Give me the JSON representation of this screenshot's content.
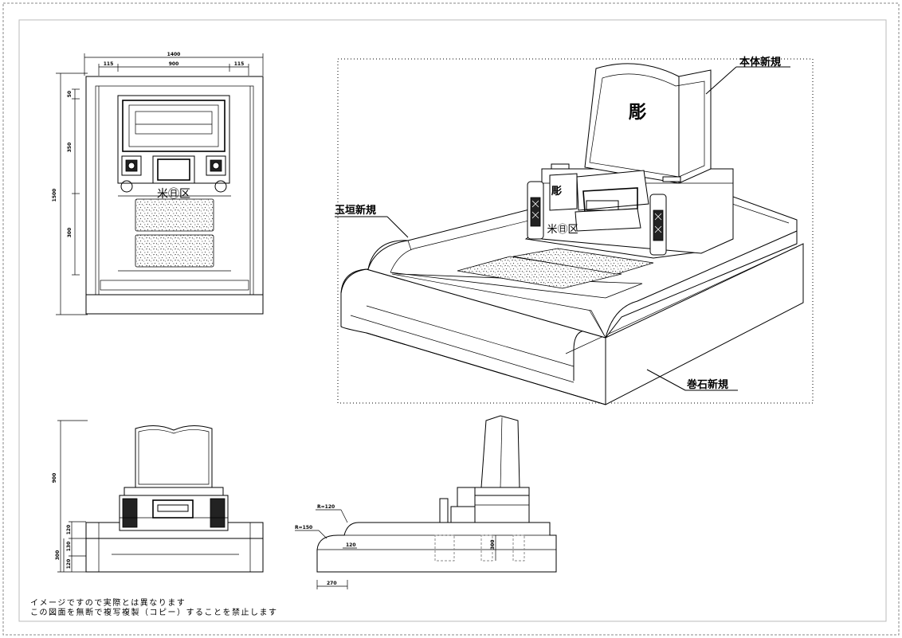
{
  "labels": {
    "honntai": "本体新規",
    "tamagaki": "玉垣新規",
    "makiishi": "巻石新規",
    "carve_main": "彫",
    "carve_small": "彫",
    "vase_mark": "米㊐区",
    "vase_mark_persp": "米㊐区"
  },
  "dims": {
    "front_total_w": "1400",
    "front_left": "115",
    "front_mid": "900",
    "front_right": "115",
    "front_total_h": "1500",
    "front_h1": "50",
    "front_h2": "350",
    "front_h3": "300",
    "side_h_total": "900",
    "side_h_a": "120",
    "side_h_b": "130",
    "side_h_c": "300",
    "side_h_d": "120",
    "prof_r1": "R=120",
    "prof_r2": "R=150",
    "prof_d1": "120",
    "prof_d2": "300",
    "prof_w": "270"
  },
  "notes": [
    "イメージですので実際とは異なります",
    "この図面を無断で複写複製（コピー）することを禁止します"
  ]
}
